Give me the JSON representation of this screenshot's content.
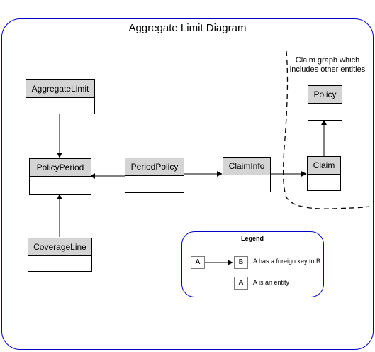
{
  "diagram": {
    "title": "Aggregate Limit Diagram",
    "note": "Claim graph which includes other entities",
    "entities": {
      "aggregate_limit": "AggregateLimit",
      "policy_period": "PolicyPeriod",
      "coverage_line": "CoverageLine",
      "period_policy": "PeriodPolicy",
      "claim_info": "ClaimInfo",
      "claim": "Claim",
      "policy": "Policy"
    },
    "legend": {
      "title": "Legend",
      "fk_from": "A",
      "fk_to": "B",
      "fk_desc": "A has a foreign key to B",
      "entity_sample": "A",
      "entity_desc": "A is an entity"
    },
    "colors": {
      "frame_border": "#0000cc",
      "legend_border": "#0000cc",
      "entity_header": "#d4d4d4"
    }
  }
}
